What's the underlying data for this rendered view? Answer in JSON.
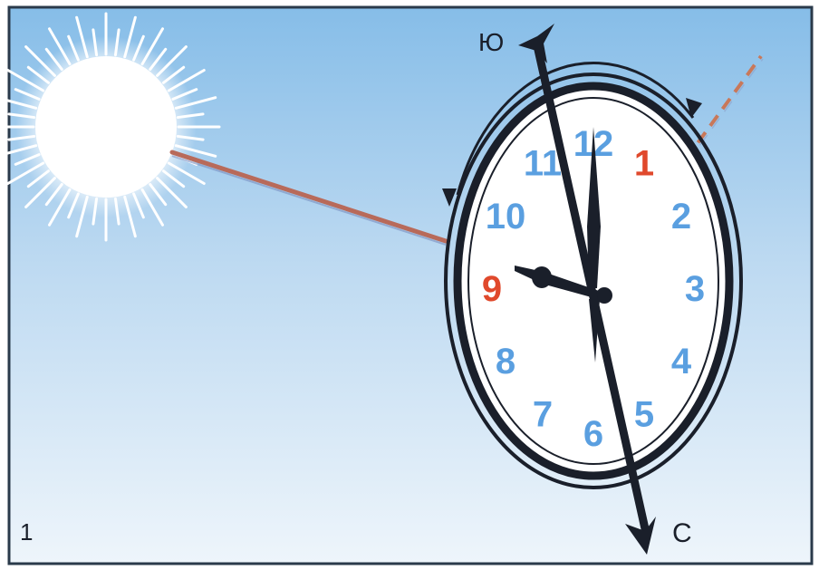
{
  "figure": {
    "corner_label": "1",
    "south_label": "Ю",
    "north_label": "С"
  },
  "clock": {
    "numbers": [
      "12",
      "1",
      "2",
      "3",
      "4",
      "5",
      "6",
      "7",
      "8",
      "9",
      "10",
      "11"
    ],
    "highlighted_numbers": [
      "9",
      "1"
    ],
    "highlight_color": "#e0492c",
    "number_color": "#5a9fe0",
    "time_shown": "9:00"
  },
  "colors": {
    "sky_top": "#8fc2ea",
    "sky_bottom": "#eef5fb",
    "sun_ray_line": "#b86a5a",
    "bisector_line": "#c8785a"
  }
}
